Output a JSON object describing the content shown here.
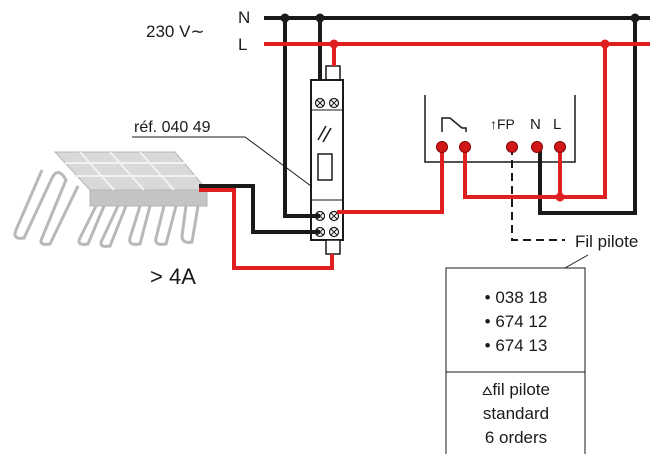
{
  "supply": {
    "voltage_label": "230 V∼",
    "neutral_label": "N",
    "live_label": "L"
  },
  "relay": {
    "ref_label": "réf. 040 49"
  },
  "load": {
    "current_label": "> 4A"
  },
  "thermostat": {
    "fp_label": "↑FP",
    "n_label": "N",
    "l_label": "L"
  },
  "pilot": {
    "wire_label": "Fil pilote",
    "references": [
      "• 038 18",
      "• 674 12",
      "• 674 13"
    ],
    "standard_lines": [
      "⩟fil pilote",
      "standard",
      "6 orders"
    ]
  },
  "colors": {
    "live": "#e02020",
    "neutral": "#1a1a1a",
    "terminal": "#d01818",
    "floor": "#c8c8c8"
  }
}
